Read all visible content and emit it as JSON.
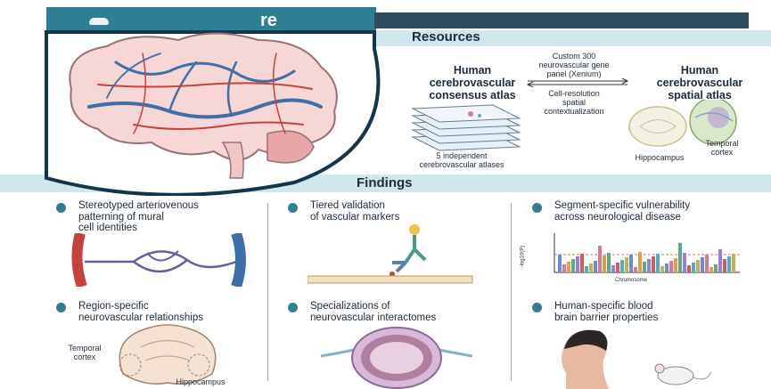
{
  "header": {
    "title_fragment": "re"
  },
  "resources": {
    "heading": "Resources",
    "consensus_atlas": "Human\ncerebrovascular\nconsensus atlas",
    "stack_caption": "5 independent\ncerebrovascular atlases",
    "gene_panel": "Custom 300\nneurovascular gene\npanel (Xenium)",
    "contextualization": "Cell-resolution\nspatial\ncontextualization",
    "spatial_atlas": "Human\ncerebrovascular\nspatial atlas",
    "hippocampus_label": "Hippocampus",
    "temporal_label": "Temporal\ncortex"
  },
  "findings": {
    "heading": "Findings",
    "items": [
      {
        "text": "Stereotyped arteriovenous\npatterning of mural\ncell identities"
      },
      {
        "text": "Tiered validation\nof vascular markers"
      },
      {
        "text": "Segment-specific vulnerability\nacross neurological disease"
      },
      {
        "text": "Region-specific\nneurovascular relationships"
      },
      {
        "text": "Specializations of\nneurovascular interactomes"
      },
      {
        "text": "Human-specific blood\nbrain barrier properties"
      }
    ],
    "brain_temporal_label": "Temporal\ncortex",
    "brain_hippo_label": "Hippocampus",
    "manhattan_ylabel": "-log10(P)",
    "manhattan_xlabel": "Chromosome"
  },
  "colors": {
    "band": "#cfe6ec",
    "header_teal": "#2f7f94",
    "dark_navy": "#15354a",
    "artery": "#c8423c",
    "vein": "#3e6fa8",
    "bullet": "#2f7f94"
  },
  "icons": [
    "brain-vessel-illustration",
    "atlas-stack-icon",
    "tissue-section-icon",
    "vessel-network-icon",
    "antibody-icon",
    "manhattan-plot-icon",
    "coronal-brain-icon",
    "capillary-cross-section-icon",
    "human-profile-icon",
    "mouse-icon"
  ]
}
